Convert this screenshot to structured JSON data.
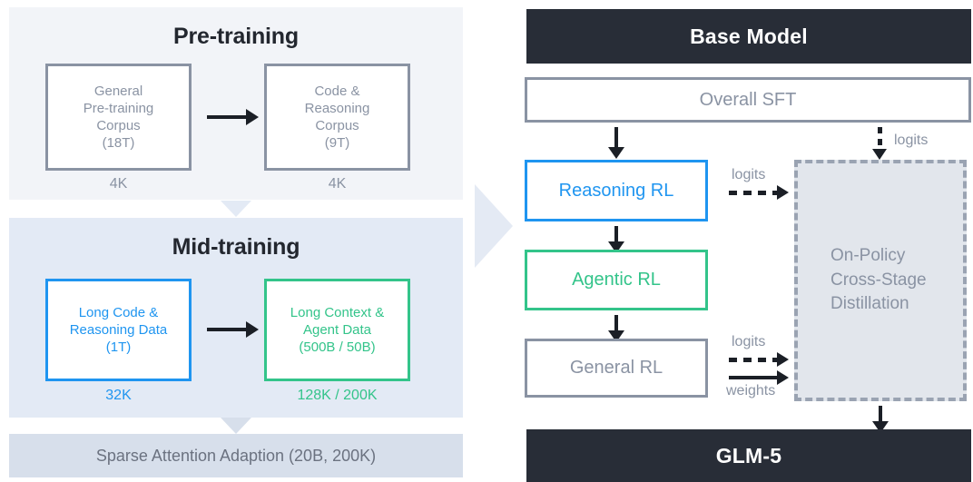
{
  "left_column": {
    "pretraining": {
      "title": "Pre-training",
      "boxes": [
        {
          "lines": [
            "General",
            "Pre-training",
            "Corpus",
            "(18T)"
          ],
          "caption": "4K",
          "accent": "gray"
        },
        {
          "lines": [
            "Code &",
            "Reasoning",
            "Corpus",
            "(9T)"
          ],
          "caption": "4K",
          "accent": "gray"
        }
      ]
    },
    "midtraining": {
      "title": "Mid-training",
      "boxes": [
        {
          "lines": [
            "Long Code &",
            "Reasoning Data",
            "(1T)"
          ],
          "caption": "32K",
          "accent": "blue"
        },
        {
          "lines": [
            "Long Context &",
            "Agent Data",
            "(500B / 50B)"
          ],
          "caption": "128K / 200K",
          "accent": "green"
        }
      ]
    },
    "sparse_attention": {
      "label": "Sparse Attention Adaption (20B, 200K)"
    }
  },
  "right_column": {
    "base_model": "Base Model",
    "sft": "Overall SFT",
    "stages": [
      {
        "label": "Reasoning RL",
        "accent": "blue"
      },
      {
        "label": "Agentic RL",
        "accent": "green"
      },
      {
        "label": "General RL",
        "accent": "gray"
      }
    ],
    "distillation": {
      "lines": [
        "On-Policy",
        "Cross-Stage",
        "Distillation"
      ]
    },
    "edge_labels": {
      "top_logits": "logits",
      "reasoning_logits": "logits",
      "general_logits": "logits",
      "general_weights": "weights"
    },
    "output_model": "GLM-5"
  },
  "colors": {
    "blue": "#1f95f0",
    "green": "#33c48a",
    "gray": "#8a93a3",
    "dark": "#282d37",
    "panel_pre": "#f2f4f8",
    "panel_mid": "#e3eaf5",
    "panel_sparse": "#d7dfeb",
    "distill_bg": "#e2e6ec"
  }
}
